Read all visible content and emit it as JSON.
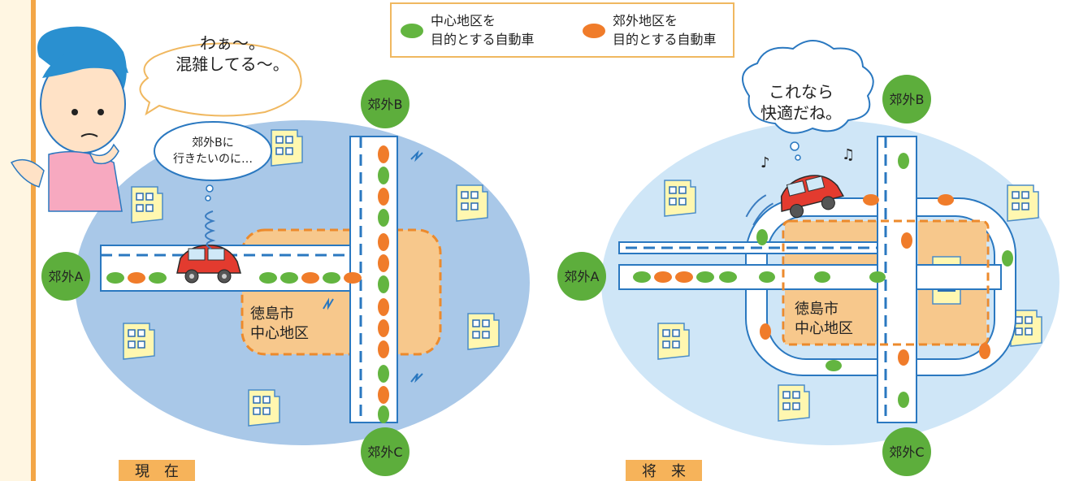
{
  "legend": {
    "central_line1": "中心地区を",
    "central_line2": "目的とする自動車",
    "suburban_line1": "郊外地区を",
    "suburban_line2": "目的とする自動車"
  },
  "current": {
    "label": "現　在",
    "woman_bubble_line1": "わぁ～。",
    "woman_bubble_line2": "混雑してる～。",
    "driver_bubble_line1": "郊外Bに",
    "driver_bubble_line2": "行きたいのに…",
    "suburb_a": "郊外A",
    "suburb_b": "郊外B",
    "suburb_c": "郊外C",
    "center_line1": "徳島市",
    "center_line2": "中心地区"
  },
  "future": {
    "label": "将　来",
    "driver_bubble_line1": "これなら",
    "driver_bubble_line2": "快適だね。",
    "suburb_a": "郊外A",
    "suburb_b": "郊外B",
    "suburb_c": "郊外C",
    "center_line1": "徳島市",
    "center_line2": "中心地区"
  },
  "colors": {
    "central_car": "#63b540",
    "suburban_car": "#f07c2a",
    "suburb_circle": "#5dae3c",
    "district_fill": "#f7c88c",
    "district_border": "#ec8a2c",
    "current_ellipse": "#a9c8e8",
    "future_ellipse": "#cfe6f7",
    "road_edge": "#2a78c0"
  }
}
